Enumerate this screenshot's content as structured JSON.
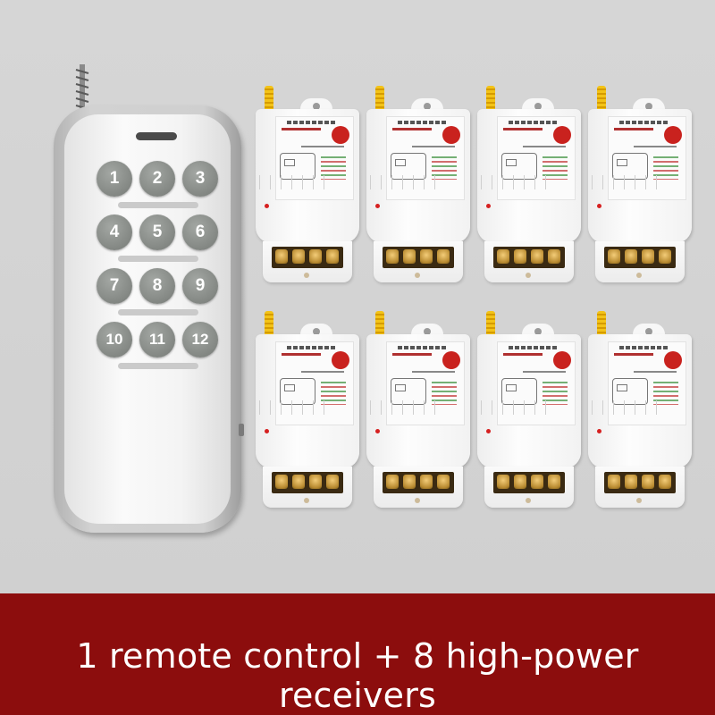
{
  "remote": {
    "buttons": [
      "1",
      "2",
      "3",
      "4",
      "5",
      "6",
      "7",
      "8",
      "9",
      "10",
      "11",
      "12"
    ]
  },
  "receivers": {
    "count": 8
  },
  "caption": "1 remote control + 8 high-power receivers",
  "colors": {
    "background": "#d3d3d3",
    "banner": "#8c0d0d",
    "remote_keys": "#868a86",
    "antenna_wire": "#f3c318"
  }
}
